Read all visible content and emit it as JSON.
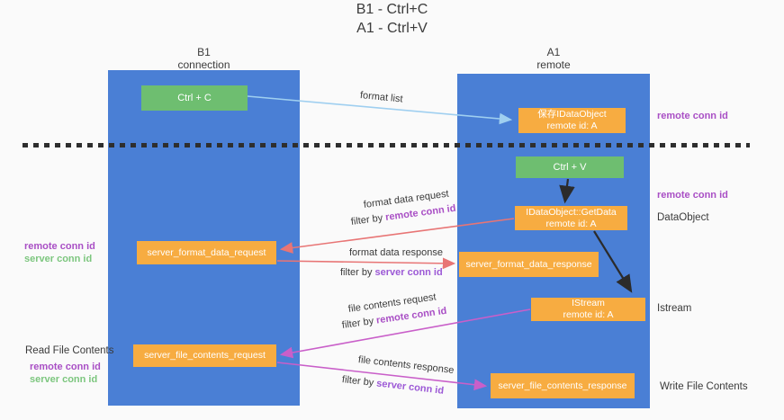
{
  "title": {
    "line1": "B1 - Ctrl+C",
    "line2": "A1 - Ctrl+V"
  },
  "lifelines": {
    "left": {
      "name": "B1",
      "type": "connection"
    },
    "right": {
      "name": "A1",
      "type": "remote"
    }
  },
  "boxes": {
    "ctrl_c": {
      "label": "Ctrl + C"
    },
    "ctrl_v": {
      "label": "Ctrl + V"
    },
    "save_idataobject": {
      "line1": "保存IDataObject",
      "line2": "remote id: A"
    },
    "idataobject_getdata": {
      "line1": "IDataObject::GetData",
      "line2": "remote id: A"
    },
    "istream": {
      "line1": "IStream",
      "line2": "remote id: A"
    },
    "server_format_data_request": {
      "label": "server_format_data_request"
    },
    "server_format_data_response": {
      "label": "server_format_data_response"
    },
    "server_file_contents_request": {
      "label": "server_file_contents_request"
    },
    "server_file_contents_response": {
      "label": "server_file_contents_response"
    }
  },
  "annotations": {
    "remote_conn_id": "remote conn id",
    "server_conn_id": "server conn id",
    "dataobject": "DataObject",
    "istream": "Istream",
    "read_file_contents": "Read File Contents",
    "write_file_contents": "Write File Contents"
  },
  "arrows": {
    "format_list": "format list",
    "format_data_request": "format data request",
    "format_data_response": "format data response",
    "file_contents_request": "file contents request",
    "file_contents_response": "file contents response",
    "filter_by": "filter by "
  },
  "colors": {
    "lifeline_blue": "#4a7fd5",
    "box_green": "#6ebe70",
    "box_orange": "#f7ac41",
    "arrow_lightblue": "#9fcff0",
    "arrow_black": "#2b2b2b",
    "arrow_red": "#e87575",
    "arrow_magenta": "#c95fc9",
    "text_purple": "#a94fc5",
    "text_green": "#7cc67e",
    "background": "#fafafa"
  }
}
